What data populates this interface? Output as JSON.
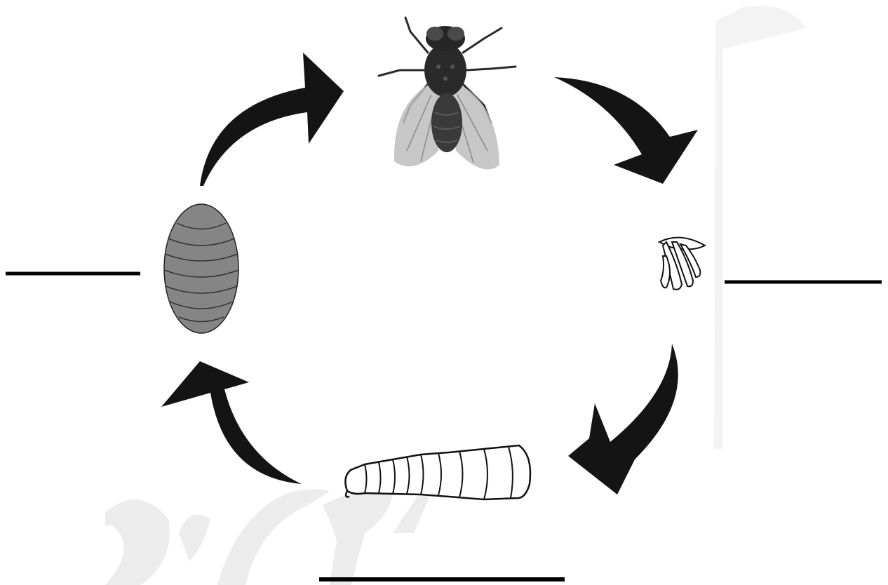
{
  "diagram": {
    "type": "life-cycle",
    "stages": [
      {
        "id": "adult",
        "icon": "housefly-adult-icon",
        "label": ""
      },
      {
        "id": "eggs",
        "icon": "egg-cluster-icon",
        "label": ""
      },
      {
        "id": "larva",
        "icon": "maggot-larva-icon",
        "label": ""
      },
      {
        "id": "pupa",
        "icon": "pupa-icon",
        "label": ""
      }
    ],
    "blanks": [
      "eggs",
      "larva",
      "pupa"
    ],
    "arrows": [
      {
        "from": "pupa",
        "to": "adult",
        "icon": "curved-arrow-icon"
      },
      {
        "from": "adult",
        "to": "eggs",
        "icon": "curved-arrow-icon"
      },
      {
        "from": "eggs",
        "to": "larva",
        "icon": "curved-arrow-icon"
      },
      {
        "from": "larva",
        "to": "pupa",
        "icon": "curved-arrow-icon"
      }
    ],
    "colors": {
      "arrow": "#141414",
      "pupa_fill": "#858585",
      "fly_body": "#2a2a2a",
      "fly_wing": "#bdbdbd",
      "watermark": "#ececec"
    }
  }
}
